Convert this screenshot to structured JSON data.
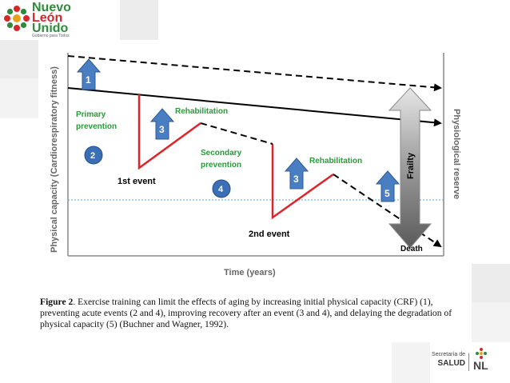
{
  "header_logo": {
    "line1": "Nuevo",
    "line2": "León",
    "line3": "Unido",
    "tagline": "Gobierno para Todos"
  },
  "diagram": {
    "y_axis_left": "Physical capacity (Cardiorespiratory fitness)",
    "y_axis_right": "Physiological reserve",
    "x_axis": "Time (years)",
    "labels": {
      "primary_prevention_1": "Primary",
      "primary_prevention_2": "prevention",
      "rehab_1": "Rehabilitation",
      "secondary_prevention_1": "Secondary",
      "secondary_prevention_2": "prevention",
      "rehab_2": "Rehabilitation",
      "first_event": "1st event",
      "second_event": "2nd event",
      "frailty": "Frailty",
      "death": "Death"
    },
    "markers": {
      "m1": "1",
      "m2": "2",
      "m3a": "3",
      "m3b": "3",
      "m4": "4",
      "m5": "5"
    }
  },
  "caption": {
    "figure_label": "Figure 2",
    "text": ". Exercise training can limit the effects of aging by increasing initial physical capacity (CRF) (1), preventing acute events (2 and 4), improving recovery after an event (3 and 4), and delaying the degradation of physical capacity (5) (Buchner and Wagner, 1992)."
  },
  "footer_logo": {
    "secretaria": "Secretaría de",
    "salud": "SALUD",
    "nl": "NL"
  },
  "colors": {
    "arrow_blue": "#4a7ec2",
    "event_red": "#e0232a",
    "label_green": "#2a9a3a",
    "circle_blue": "#3a6fb5",
    "threshold_blue": "#5aa0d8"
  }
}
